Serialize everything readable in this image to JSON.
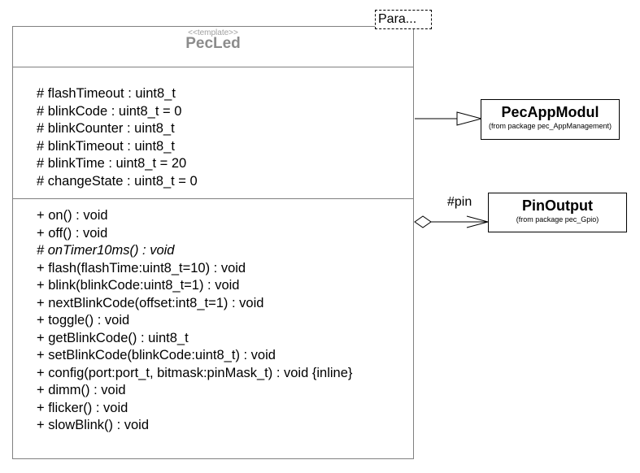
{
  "class": {
    "stereotype": "<<template>>",
    "name": "PecLed",
    "template_param": "Para...",
    "attributes": [
      "# flashTimeout : uint8_t",
      "# blinkCode : uint8_t = 0",
      "# blinkCounter : uint8_t",
      "# blinkTimeout : uint8_t",
      "# blinkTime : uint8_t = 20",
      "# changeState : uint8_t = 0"
    ],
    "operations": [
      "+ on() : void",
      "+ off() : void",
      "# onTimer10ms() : void",
      "+ flash(flashTime:uint8_t=10) : void",
      "+ blink(blinkCode:uint8_t=1) : void",
      "+ nextBlinkCode(offset:int8_t=1) : void",
      "+ toggle() : void",
      "+ getBlinkCode() : uint8_t",
      "+ setBlinkCode(blinkCode:uint8_t) : void",
      "+ config(port:port_t, bitmask:pinMask_t) : void {inline}",
      "+ dimm() : void",
      "+ flicker() : void",
      "+ slowBlink() : void"
    ]
  },
  "related": {
    "parent": {
      "name": "PecAppModul",
      "package": "(from package pec_AppManagement)"
    },
    "pin": {
      "name": "PinOutput",
      "package": "(from package pec_Gpio)",
      "role": "#pin"
    }
  }
}
